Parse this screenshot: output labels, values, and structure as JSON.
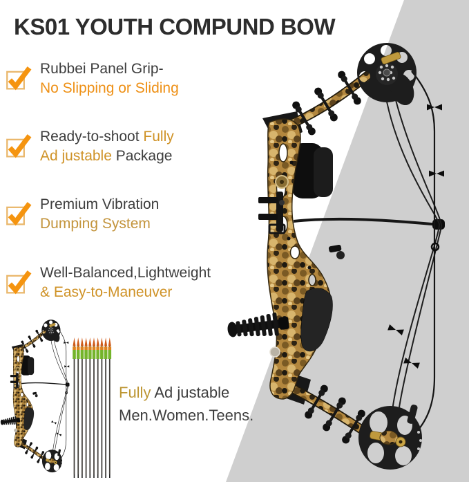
{
  "title": "KS01 YOUTH COMPUND BOW",
  "features": [
    {
      "line1": [
        {
          "t": "Rubbei Panel Grip-",
          "c": "dark"
        }
      ],
      "line2": [
        {
          "t": "No Slipping or Sliding",
          "c": "orange"
        }
      ]
    },
    {
      "line1": [
        {
          "t": "Ready-to-shoot ",
          "c": "dark"
        },
        {
          "t": "Fully",
          "c": "gold"
        }
      ],
      "line2": [
        {
          "t": "Ad justable ",
          "c": "gold"
        },
        {
          "t": "Package",
          "c": "dark"
        }
      ]
    },
    {
      "line1": [
        {
          "t": "Premium Vibration",
          "c": "dark"
        }
      ],
      "line2": [
        {
          "t": "Dumping System",
          "c": "goldmuted"
        }
      ]
    },
    {
      "line1": [
        {
          "t": "Well-Balanced,Lightweight",
          "c": "dark"
        }
      ],
      "line2": [
        {
          "t": "& Easy-to-Maneuver",
          "c": "gold"
        }
      ]
    }
  ],
  "caption": {
    "line1": [
      {
        "t": "Fully",
        "c": "gold2"
      },
      {
        "t": " Ad justable",
        "c": "dark"
      }
    ],
    "line2": [
      {
        "t": "Men.Women.Teens.",
        "c": "dark"
      }
    ]
  },
  "images": {
    "main_bow": "camouflage youth compound bow",
    "small_bow": "camouflage compound bow (small)",
    "arrow_set": "bundle of 10 arrows"
  },
  "colors": {
    "title": "#2d2d2d",
    "dark": "#3d3d3d",
    "orange": "#ee9015",
    "gold": "#cf9226",
    "goldmuted": "#c3943c",
    "gold2": "#bd9633",
    "checkmark": "#f5940f",
    "checkbox_outline": "#eab76b",
    "background_gray": "#cfcfcf",
    "camo_base": "#b3873e",
    "bow_black": "#1b1b1b"
  }
}
